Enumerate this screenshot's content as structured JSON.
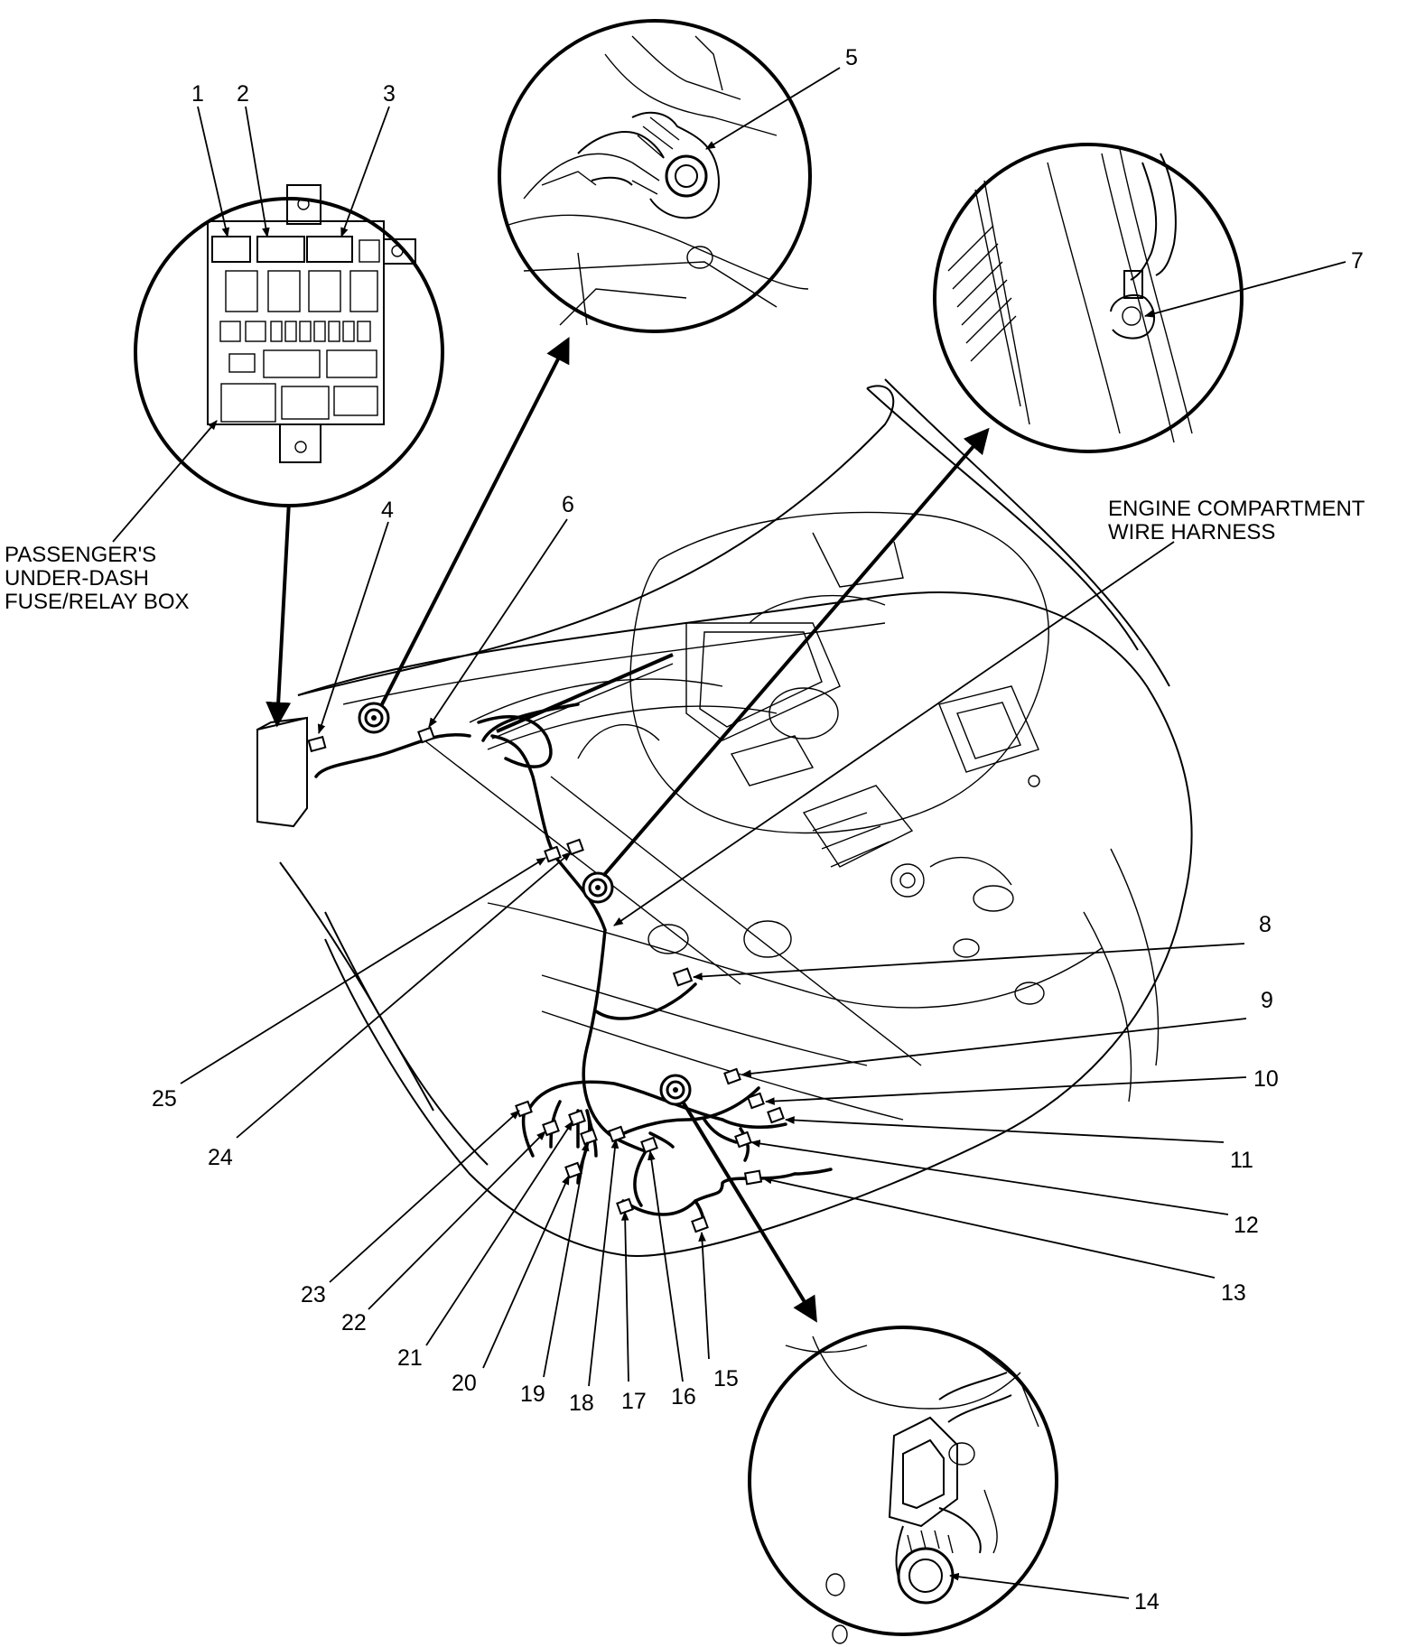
{
  "labels": {
    "fuse_box": [
      "PASSENGER'S",
      "UNDER-DASH",
      "FUSE/RELAY BOX"
    ],
    "harness": [
      "ENGINE COMPARTMENT",
      "WIRE HARNESS"
    ]
  },
  "callouts": [
    "1",
    "2",
    "3",
    "4",
    "5",
    "6",
    "7",
    "8",
    "9",
    "10",
    "11",
    "12",
    "13",
    "14",
    "15",
    "16",
    "17",
    "18",
    "19",
    "20",
    "21",
    "22",
    "23",
    "24",
    "25"
  ]
}
